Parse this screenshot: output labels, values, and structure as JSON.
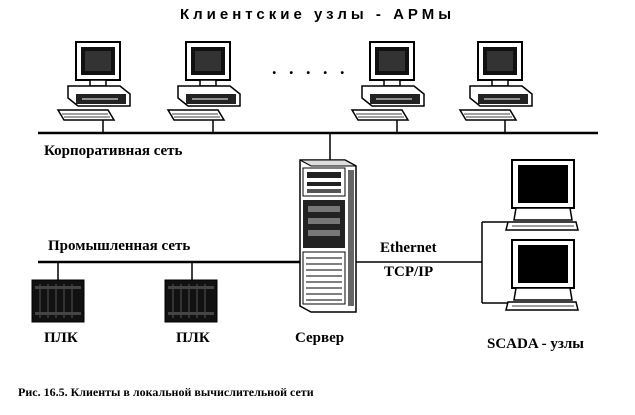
{
  "title": "Клиентские узлы - АРМы",
  "dots": ". . . . .",
  "labels": {
    "corporate_network": "Корпоративная сеть",
    "industrial_network": "Промышленная сеть",
    "ethernet": "Ethernet",
    "tcpip": "TCP/IP",
    "plc_1": "ПЛК",
    "plc_2": "ПЛК",
    "server": "Сервер",
    "scada": "SCADA - узлы"
  },
  "caption": "Рис. 16.5. Клиенты в локальной вычислительной сети"
}
